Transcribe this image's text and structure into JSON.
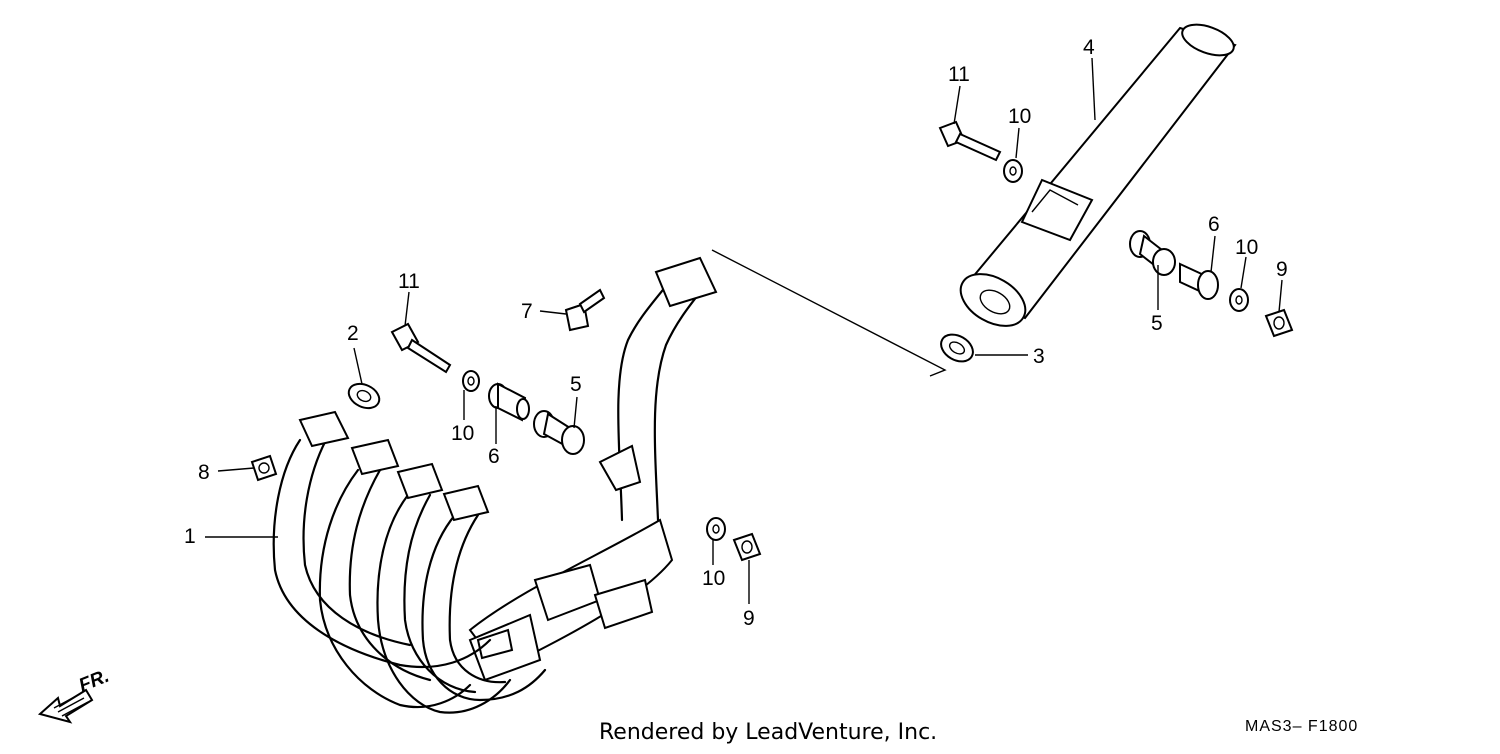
{
  "diagram": {
    "callouts": {
      "c1": "1",
      "c2": "2",
      "c3": "3",
      "c4": "4",
      "c5a": "5",
      "c5b": "5",
      "c6a": "6",
      "c6b": "6",
      "c7": "7",
      "c8": "8",
      "c9a": "9",
      "c9b": "9",
      "c10a": "10",
      "c10b": "10",
      "c10c": "10",
      "c10d": "10",
      "c11a": "11",
      "c11b": "11"
    },
    "direction_label": "FR.",
    "footer": "Rendered by LeadVenture, Inc.",
    "diagram_code": "MAS3– F1800"
  }
}
